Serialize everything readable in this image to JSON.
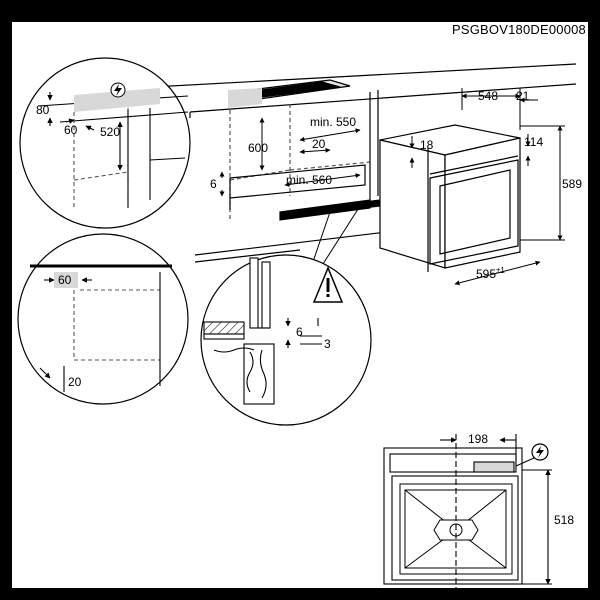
{
  "document_code": "PSGBOV180DE00008",
  "detail_top_left": {
    "labels": {
      "a": "80",
      "b": "60",
      "c": "520"
    }
  },
  "detail_mid_left": {
    "labels": {
      "a": "60",
      "b": "20"
    }
  },
  "cabinet": {
    "labels": {
      "height": "600",
      "depth_min": "min. 550",
      "gap": "20",
      "width_min": "min. 560",
      "side": "6"
    }
  },
  "oven": {
    "labels": {
      "depth": "548",
      "front": "21",
      "top_offset": "18",
      "right_offset": "114",
      "height": "589",
      "width": "595",
      "width_tol": "±1"
    }
  },
  "warning_detail": {
    "labels": {
      "gap_top": "6",
      "gap_bottom": "3"
    }
  },
  "back_view": {
    "labels": {
      "offset": "198",
      "height": "518"
    }
  },
  "icons": [
    "electric-bolt-icon",
    "warning-triangle-icon"
  ]
}
